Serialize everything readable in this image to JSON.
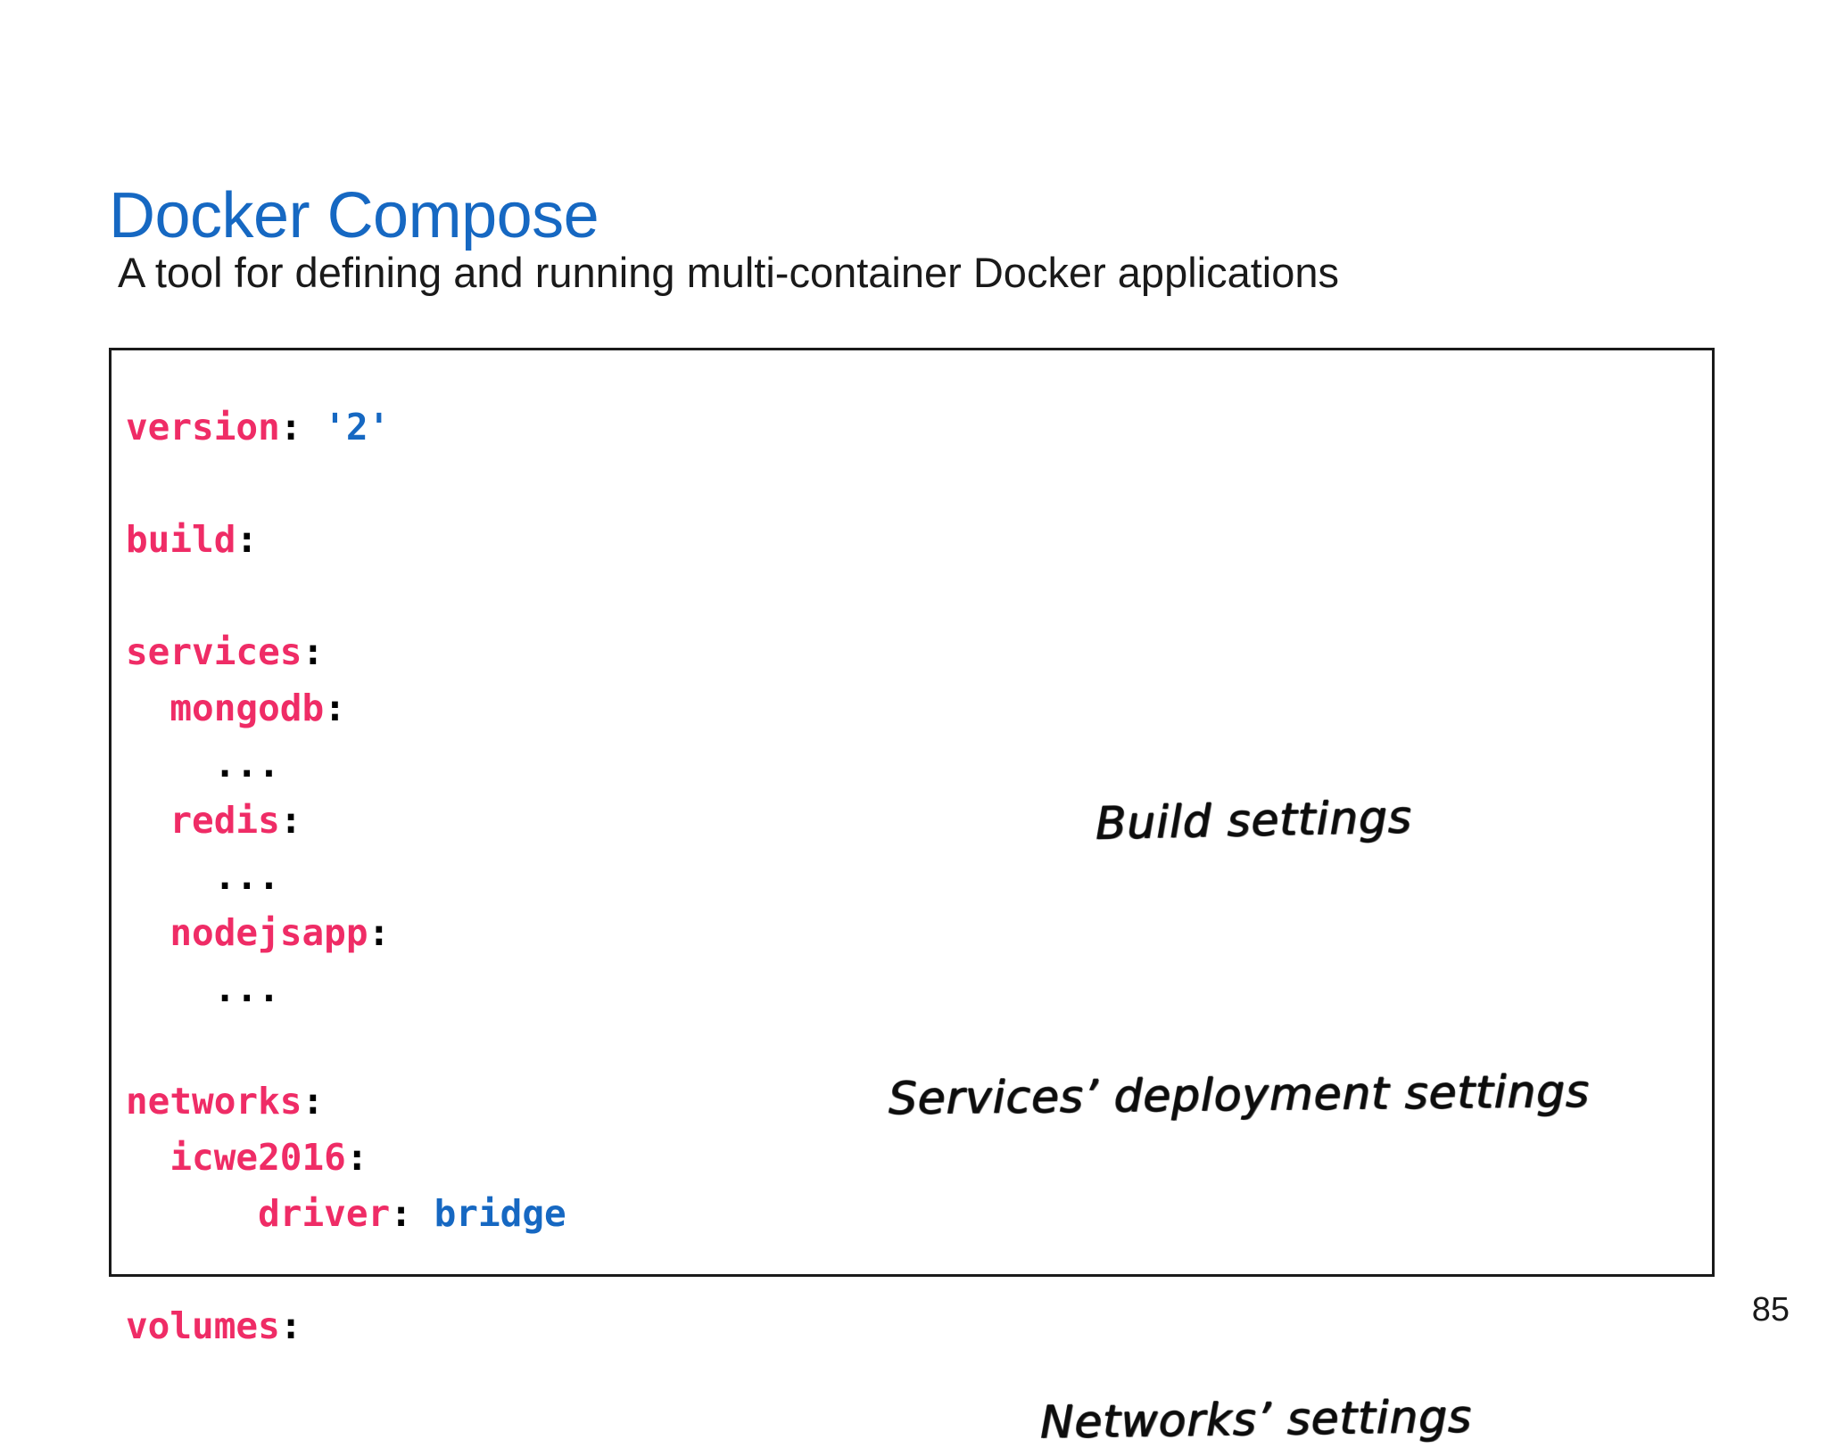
{
  "slide": {
    "title": "Docker Compose",
    "subtitle": "A tool for defining and running multi-container Docker applications",
    "page_number": "85",
    "colors": {
      "title_blue": "#1668c2",
      "code_key_pink": "#ef2c66",
      "code_value_blue": "#1668c2",
      "text_black": "#1a1a1a",
      "box_border": "#1a1a1a",
      "background": "#ffffff"
    }
  },
  "code_block": {
    "language": "yaml",
    "filename_implied": "docker-compose.yml",
    "lines": [
      {
        "key": "version",
        "colon": ":",
        "value": "'2'",
        "indent": 0
      },
      {
        "key": "",
        "colon": "",
        "value": "",
        "indent": 0
      },
      {
        "key": "build",
        "colon": ":",
        "value": "",
        "indent": 0
      },
      {
        "key": "",
        "colon": "",
        "value": "",
        "indent": 0
      },
      {
        "key": "services",
        "colon": ":",
        "value": "",
        "indent": 0
      },
      {
        "key": "mongodb",
        "colon": ":",
        "value": "",
        "indent": 1
      },
      {
        "key": "",
        "colon": "",
        "value": "",
        "dots": "...",
        "indent": 2
      },
      {
        "key": "redis",
        "colon": ":",
        "value": "",
        "indent": 1
      },
      {
        "key": "",
        "colon": "",
        "value": "",
        "dots": "...",
        "indent": 2
      },
      {
        "key": "nodejsapp",
        "colon": ":",
        "value": "",
        "indent": 1
      },
      {
        "key": "",
        "colon": "",
        "value": "",
        "dots": "...",
        "indent": 2
      },
      {
        "key": "",
        "colon": "",
        "value": "",
        "indent": 0
      },
      {
        "key": "networks",
        "colon": ":",
        "value": "",
        "indent": 0
      },
      {
        "key": "icwe2016",
        "colon": ":",
        "value": "",
        "indent": 1
      },
      {
        "key": "driver",
        "colon": ":",
        "value": "bridge",
        "indent": 3
      },
      {
        "key": "",
        "colon": "",
        "value": "",
        "indent": 0
      },
      {
        "key": "volumes",
        "colon": ":",
        "value": "",
        "indent": 0
      }
    ],
    "rendered": {
      "l1_key": "version",
      "l1_colon": ": ",
      "l1_value": "'2'",
      "l3_key": "build",
      "l3_colon": ":",
      "l5_key": "services",
      "l5_colon": ":",
      "l6_indent": "  ",
      "l6_key": "mongodb",
      "l6_colon": ":",
      "l7_dots": "    ...",
      "l8_indent": "  ",
      "l8_key": "redis",
      "l8_colon": ":",
      "l9_dots": "    ...",
      "l10_indent": "  ",
      "l10_key": "nodejsapp",
      "l10_colon": ":",
      "l11_dots": "    ...",
      "l13_key": "networks",
      "l13_colon": ":",
      "l14_indent": "  ",
      "l14_key": "icwe2016",
      "l14_colon": ":",
      "l15_indent": "      ",
      "l15_key": "driver",
      "l15_colon": ": ",
      "l15_value": "bridge",
      "l17_key": "volumes",
      "l17_colon": ":"
    }
  },
  "annotations": [
    {
      "id": "build-settings",
      "text": "Build settings"
    },
    {
      "id": "services-settings",
      "text": "Services’ deployment settings"
    },
    {
      "id": "networks-settings",
      "text": "Networks’ settings"
    }
  ]
}
